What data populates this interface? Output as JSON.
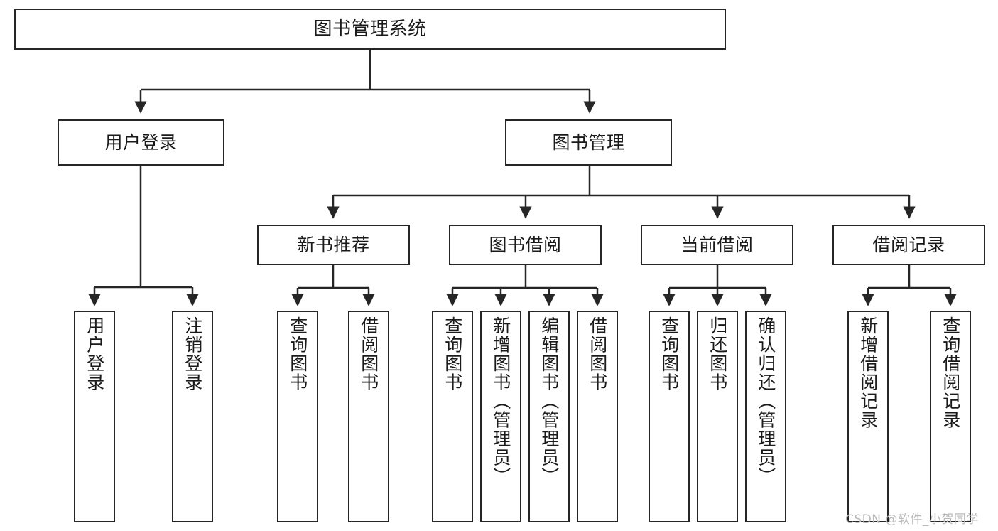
{
  "diagram": {
    "title": "图书管理系统",
    "type": "tree",
    "colors": {
      "stroke": "#262626",
      "background": "#ffffff",
      "text": "#1a1a1a",
      "watermark": "#b9b9b9"
    },
    "root": {
      "id": "root",
      "label": "图书管理系统"
    },
    "level2": [
      {
        "id": "user-login",
        "label": "用户登录"
      },
      {
        "id": "book-manage",
        "label": "图书管理"
      }
    ],
    "level3": [
      {
        "id": "new-book-rec",
        "label": "新书推荐"
      },
      {
        "id": "book-borrow",
        "label": "图书借阅"
      },
      {
        "id": "current-borrow",
        "label": "当前借阅"
      },
      {
        "id": "borrow-record",
        "label": "借阅记录"
      }
    ],
    "leaves": {
      "user_login": [
        {
          "id": "leaf-user-login",
          "label": "用户登录"
        },
        {
          "id": "leaf-logout",
          "label": "注销登录"
        }
      ],
      "new_book_rec": [
        {
          "id": "leaf-query-book-1",
          "label": "查询图书"
        },
        {
          "id": "leaf-borrow-book-1",
          "label": "借阅图书"
        }
      ],
      "book_borrow": [
        {
          "id": "leaf-query-book-2",
          "label": "查询图书"
        },
        {
          "id": "leaf-add-book",
          "label": "新增图书（管理员）"
        },
        {
          "id": "leaf-edit-book",
          "label": "编辑图书（管理员）"
        },
        {
          "id": "leaf-borrow-book-2",
          "label": "借阅图书"
        }
      ],
      "current_borrow": [
        {
          "id": "leaf-query-book-3",
          "label": "查询图书"
        },
        {
          "id": "leaf-return-book",
          "label": "归还图书"
        },
        {
          "id": "leaf-confirm-return",
          "label": "确认归还（管理员）"
        }
      ],
      "borrow_record": [
        {
          "id": "leaf-add-record",
          "label": "新增借阅记录"
        },
        {
          "id": "leaf-query-record",
          "label": "查询借阅记录"
        }
      ]
    }
  },
  "watermark": {
    "text": "CSDN @软件_小贺同学"
  }
}
